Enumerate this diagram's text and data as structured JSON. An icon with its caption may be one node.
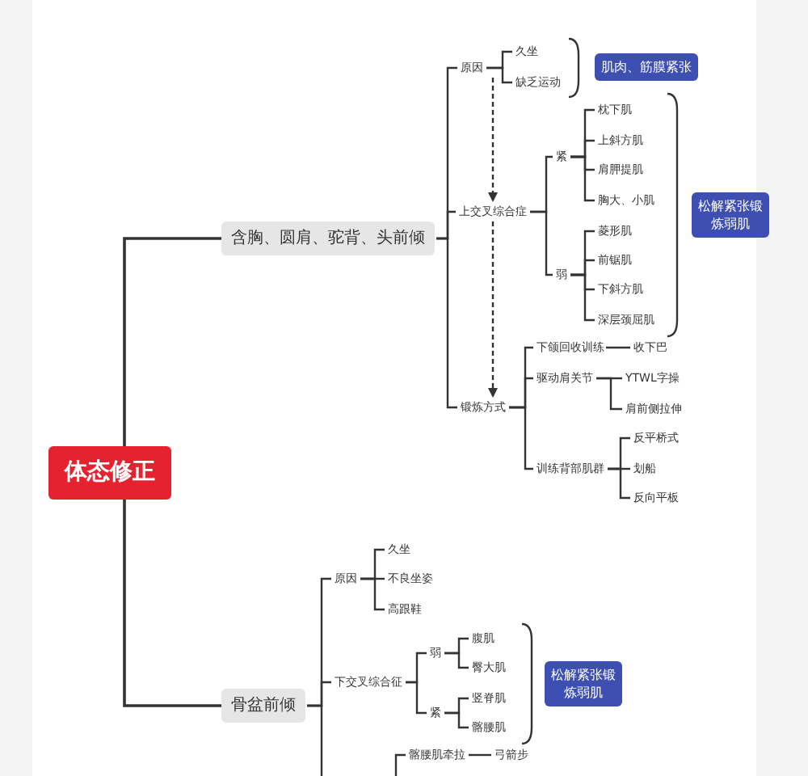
{
  "diagram": {
    "nodes": [
      {
        "text": [
          "体态修正"
        ]
      },
      {
        "text": [
          "含胸、圆肩、驼背、头前倾"
        ]
      },
      {
        "text": [
          "原因"
        ]
      },
      {
        "text": [
          "久坐"
        ]
      },
      {
        "text": [
          "缺乏运动"
        ]
      },
      {
        "text": [
          "肌肉、筋膜紧张"
        ]
      },
      {
        "text": [
          "上交叉综合症"
        ]
      },
      {
        "text": [
          "紧"
        ]
      },
      {
        "text": [
          "枕下肌"
        ]
      },
      {
        "text": [
          "上斜方肌"
        ]
      },
      {
        "text": [
          "肩胛提肌"
        ]
      },
      {
        "text": [
          "胸大、小肌"
        ]
      },
      {
        "text": [
          "弱"
        ]
      },
      {
        "text": [
          "菱形肌"
        ]
      },
      {
        "text": [
          "前锯肌"
        ]
      },
      {
        "text": [
          "下斜方肌"
        ]
      },
      {
        "text": [
          "深层颈屈肌"
        ]
      },
      {
        "text": [
          "松解紧张锻炼弱肌"
        ]
      },
      {
        "text": [
          "锻炼方式"
        ]
      },
      {
        "text": [
          "下颌回收训练"
        ]
      },
      {
        "text": [
          "收下巴"
        ]
      },
      {
        "text": [
          "驱动肩关节"
        ]
      },
      {
        "text": [
          "YTWL字操"
        ]
      },
      {
        "text": [
          "肩前侧拉伸"
        ]
      },
      {
        "text": [
          "训练背部肌群"
        ]
      },
      {
        "text": [
          "反平桥式"
        ]
      },
      {
        "text": [
          "划船"
        ]
      },
      {
        "text": [
          "反向平板"
        ]
      },
      {
        "text": [
          "骨盆前倾"
        ]
      },
      {
        "text": [
          "原因"
        ]
      },
      {
        "text": [
          "久坐"
        ]
      },
      {
        "text": [
          "不良坐姿"
        ]
      },
      {
        "text": [
          "高跟鞋"
        ]
      },
      {
        "text": [
          "下交叉综合征"
        ]
      },
      {
        "text": [
          "弱"
        ]
      },
      {
        "text": [
          "腹肌"
        ]
      },
      {
        "text": [
          "臀大肌"
        ]
      },
      {
        "text": [
          "紧"
        ]
      },
      {
        "text": [
          "竖脊肌"
        ]
      },
      {
        "text": [
          "髂腰肌"
        ]
      },
      {
        "text": [
          "松解紧张锻炼弱肌"
        ]
      },
      {
        "text": [
          "髂腰肌牵拉"
        ]
      },
      {
        "text": [
          "弓箭步"
        ]
      }
    ],
    "edges": [
      {
        "from": 0,
        "to": 1,
        "arrow": "none"
      },
      {
        "from": 0,
        "to": 28,
        "arrow": "none"
      },
      {
        "from": 1,
        "to": 2,
        "arrow": "none"
      },
      {
        "from": 1,
        "to": 6,
        "arrow": "none"
      },
      {
        "from": 1,
        "to": 18,
        "arrow": "none"
      },
      {
        "from": 2,
        "to": 3,
        "arrow": "none"
      },
      {
        "from": 2,
        "to": 4,
        "arrow": "none"
      },
      {
        "from": 2,
        "to": 6,
        "arrow": "to",
        "style": "dashed"
      },
      {
        "from": 6,
        "to": 7,
        "arrow": "none"
      },
      {
        "from": 6,
        "to": 12,
        "arrow": "none"
      },
      {
        "from": 7,
        "to": 8,
        "arrow": "none"
      },
      {
        "from": 7,
        "to": 9,
        "arrow": "none"
      },
      {
        "from": 7,
        "to": 10,
        "arrow": "none"
      },
      {
        "from": 7,
        "to": 11,
        "arrow": "none"
      },
      {
        "from": 12,
        "to": 13,
        "arrow": "none"
      },
      {
        "from": 12,
        "to": 14,
        "arrow": "none"
      },
      {
        "from": 12,
        "to": 15,
        "arrow": "none"
      },
      {
        "from": 12,
        "to": 16,
        "arrow": "none"
      },
      {
        "from": 6,
        "to": 18,
        "arrow": "to",
        "style": "dashed"
      },
      {
        "from": 18,
        "to": 19,
        "arrow": "none"
      },
      {
        "from": 18,
        "to": 21,
        "arrow": "none"
      },
      {
        "from": 18,
        "to": 24,
        "arrow": "none"
      },
      {
        "from": 19,
        "to": 20,
        "arrow": "none"
      },
      {
        "from": 21,
        "to": 22,
        "arrow": "none"
      },
      {
        "from": 21,
        "to": 23,
        "arrow": "none"
      },
      {
        "from": 24,
        "to": 25,
        "arrow": "none"
      },
      {
        "from": 24,
        "to": 26,
        "arrow": "none"
      },
      {
        "from": 24,
        "to": 27,
        "arrow": "none"
      },
      {
        "from": 28,
        "to": 29,
        "arrow": "none"
      },
      {
        "from": 28,
        "to": 33,
        "arrow": "none"
      },
      {
        "from": 28,
        "to": null,
        "arrow": "none"
      },
      {
        "from": 29,
        "to": 30,
        "arrow": "none"
      },
      {
        "from": 29,
        "to": 31,
        "arrow": "none"
      },
      {
        "from": 29,
        "to": 32,
        "arrow": "none"
      },
      {
        "from": 33,
        "to": 34,
        "arrow": "none"
      },
      {
        "from": 33,
        "to": 37,
        "arrow": "none"
      },
      {
        "from": 34,
        "to": 35,
        "arrow": "none"
      },
      {
        "from": 34,
        "to": 36,
        "arrow": "none"
      },
      {
        "from": 37,
        "to": 38,
        "arrow": "none"
      },
      {
        "from": 37,
        "to": 39,
        "arrow": "none"
      },
      {
        "from": null,
        "to": 41,
        "arrow": "none"
      },
      {
        "from": 41,
        "to": 42,
        "arrow": "none"
      }
    ]
  }
}
